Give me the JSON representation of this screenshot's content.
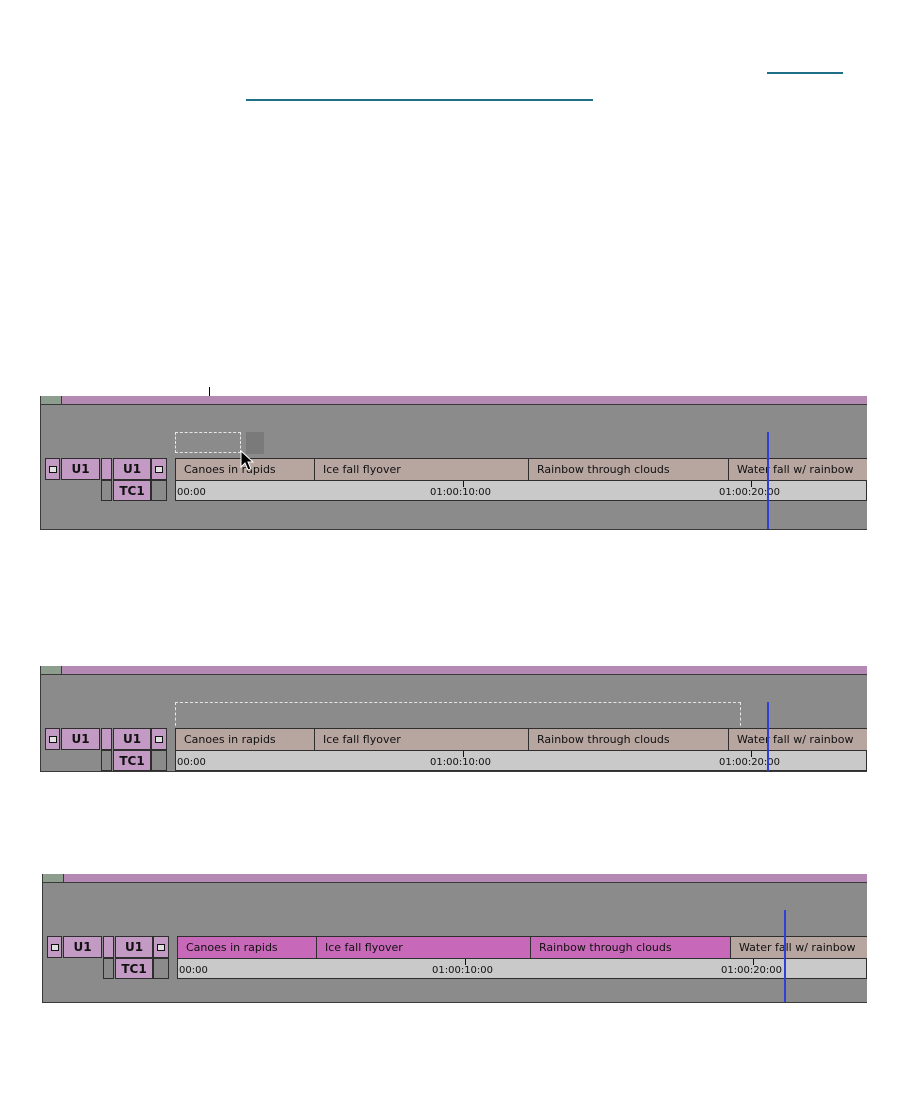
{
  "timelines": [
    {
      "track_left_label": "U1",
      "track_right_label": "U1",
      "timecode_label": "TC1",
      "clips": [
        {
          "name": "Canoes in rapids",
          "selected": false
        },
        {
          "name": "Ice fall flyover",
          "selected": false
        },
        {
          "name": "Rainbow through clouds",
          "selected": false
        },
        {
          "name": "Water fall w/ rainbow",
          "selected": false
        }
      ],
      "timecodes": [
        "00:00",
        "01:00:10:00",
        "01:00:20:00"
      ]
    },
    {
      "track_left_label": "U1",
      "track_right_label": "U1",
      "timecode_label": "TC1",
      "clips": [
        {
          "name": "Canoes in rapids",
          "selected": false
        },
        {
          "name": "Ice fall flyover",
          "selected": false
        },
        {
          "name": "Rainbow through clouds",
          "selected": false
        },
        {
          "name": "Water fall w/ rainbow",
          "selected": false
        }
      ],
      "timecodes": [
        "00:00",
        "01:00:10:00",
        "01:00:20:00"
      ]
    },
    {
      "track_left_label": "U1",
      "track_right_label": "U1",
      "timecode_label": "TC1",
      "clips": [
        {
          "name": "Canoes in rapids",
          "selected": true
        },
        {
          "name": "Ice fall flyover",
          "selected": true
        },
        {
          "name": "Rainbow through clouds",
          "selected": true
        },
        {
          "name": "Water fall w/ rainbow",
          "selected": false
        }
      ],
      "timecodes": [
        "00:00",
        "01:00:10:00",
        "01:00:20:00"
      ]
    }
  ],
  "colors": {
    "panel": "#8b8b8b",
    "clip": "#b7a5a0",
    "clip_selected": "#c868b8",
    "playhead": "#2f3fd8",
    "link": "#1f6f86"
  }
}
